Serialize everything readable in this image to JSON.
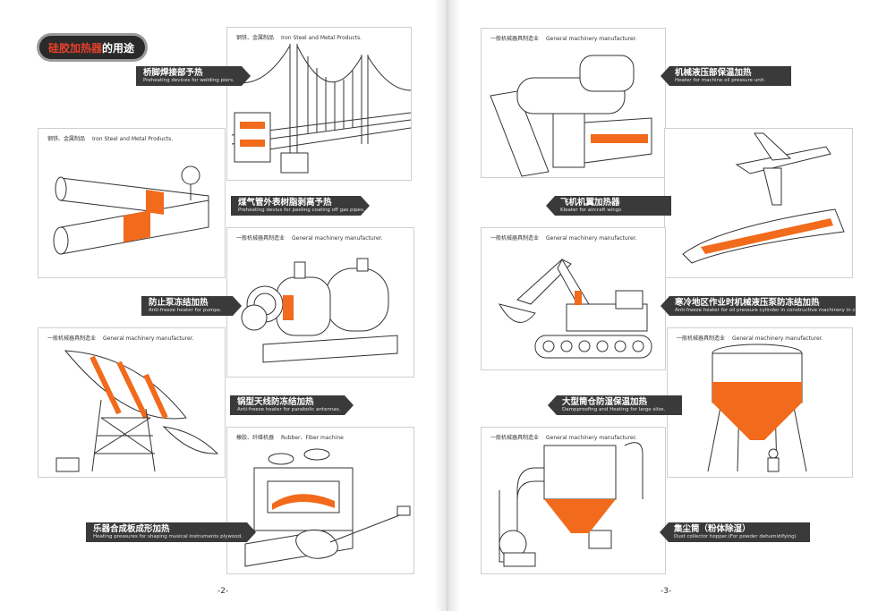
{
  "title": {
    "highlight": "硅胶加热器",
    "rest": "的用途"
  },
  "panels": {
    "bridge": {
      "zh": "钢铁、金属制品",
      "en": "Iron Steel and Metal Products."
    },
    "pipes": {
      "zh": "钢铁、金属制品",
      "en": "Iron Steel and Metal Products."
    },
    "pump": {
      "zh": "一般机械器具制造业",
      "en": "General machinery manufacturer."
    },
    "antenna": {
      "zh": "一般机械器具制造业",
      "en": "General machinery manufacturer."
    },
    "press": {
      "zh": "橡胶、纤维机器",
      "en": "Rubber、Fiber machine"
    },
    "oil_unit": {
      "zh": "一般机械器具制造业",
      "en": "General machinery manufacturer."
    },
    "excavator": {
      "zh": "一般机械器具制造业",
      "en": "General machinery manufacturer."
    },
    "silo": {
      "zh": "一般机械器具制造业",
      "en": "General machinery manufacturer."
    },
    "dust": {
      "zh": "一般机械器具制造业",
      "en": "General machinery manufacturer."
    }
  },
  "labels": {
    "bridge": {
      "zh": "桥脚焊接部予热",
      "en": "Preheating devices for welding piers."
    },
    "pipes": {
      "zh": "煤气管外表树脂剥离予热",
      "en": "Preheating devius for peeling coating off gas pipes."
    },
    "pump": {
      "zh": "防止泵冻结加热",
      "en": "Anti-freeze heater for pumps."
    },
    "antenna": {
      "zh": "锅型天线防冻结加热",
      "en": "Anti-freeze heater for parabolic antennas."
    },
    "press": {
      "zh": "乐器合成板成形加热",
      "en": "Heating pressures for shaping musical instruments plywood."
    },
    "oil_unit": {
      "zh": "机械液压部保温加热",
      "en": "Heater for machine oil pressure unit."
    },
    "aircraft": {
      "zh": "飞机机翼加热器",
      "en": "Kleater for aircraft wings"
    },
    "excavator": {
      "zh": "寒冷地区作业时机械液压泵防冻结加热",
      "en": "Anti-freeze heater for oil pressure cylinder in constructive machinery in cold areas."
    },
    "silo": {
      "zh": "大型筒仓防湿保温加热",
      "en": "Dampproofing and Heating for large silos."
    },
    "dust": {
      "zh": "集尘筒（粉体除湿）",
      "en": "Dust collector hopper.(For powder dehumidifying)"
    }
  },
  "pages": {
    "left": "-2-",
    "right": "-3-"
  },
  "colors": {
    "accent": "#f26a1b",
    "label_bg": "#3a3a3a",
    "title_red": "#e8402a"
  }
}
